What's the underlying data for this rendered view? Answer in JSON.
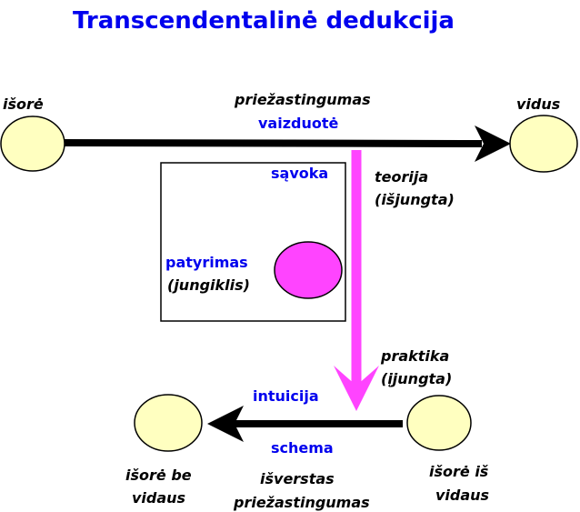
{
  "title": "Transcendentalinė dedukcija",
  "labels": {
    "isore": "išorė",
    "vidus": "vidus",
    "priezastingumas": "priežastingumas",
    "vaizduote": "vaizduotė",
    "savoka": "sąvoka",
    "teorija_1": "teorija",
    "teorija_2": "(išjungta)",
    "patyrimas": "patyrimas",
    "jungiklis": "(jungiklis)",
    "praktika_1": "praktika",
    "praktika_2": "(įjungta)",
    "intuicija": "intuicija",
    "schema": "schema",
    "isore_be_1": "išorė be",
    "isore_be_2": "vidaus",
    "isverstas_1": "išverstas",
    "isverstas_2": "priežastingumas",
    "isore_is_1": "išorė iš",
    "isore_is_2": "vidaus"
  },
  "colors": {
    "node": "#ffffc0",
    "switch": "#ff44ff",
    "arrow": "#000000",
    "theory_arrow": "#ff44ff",
    "blue_text": "#0000ee"
  }
}
